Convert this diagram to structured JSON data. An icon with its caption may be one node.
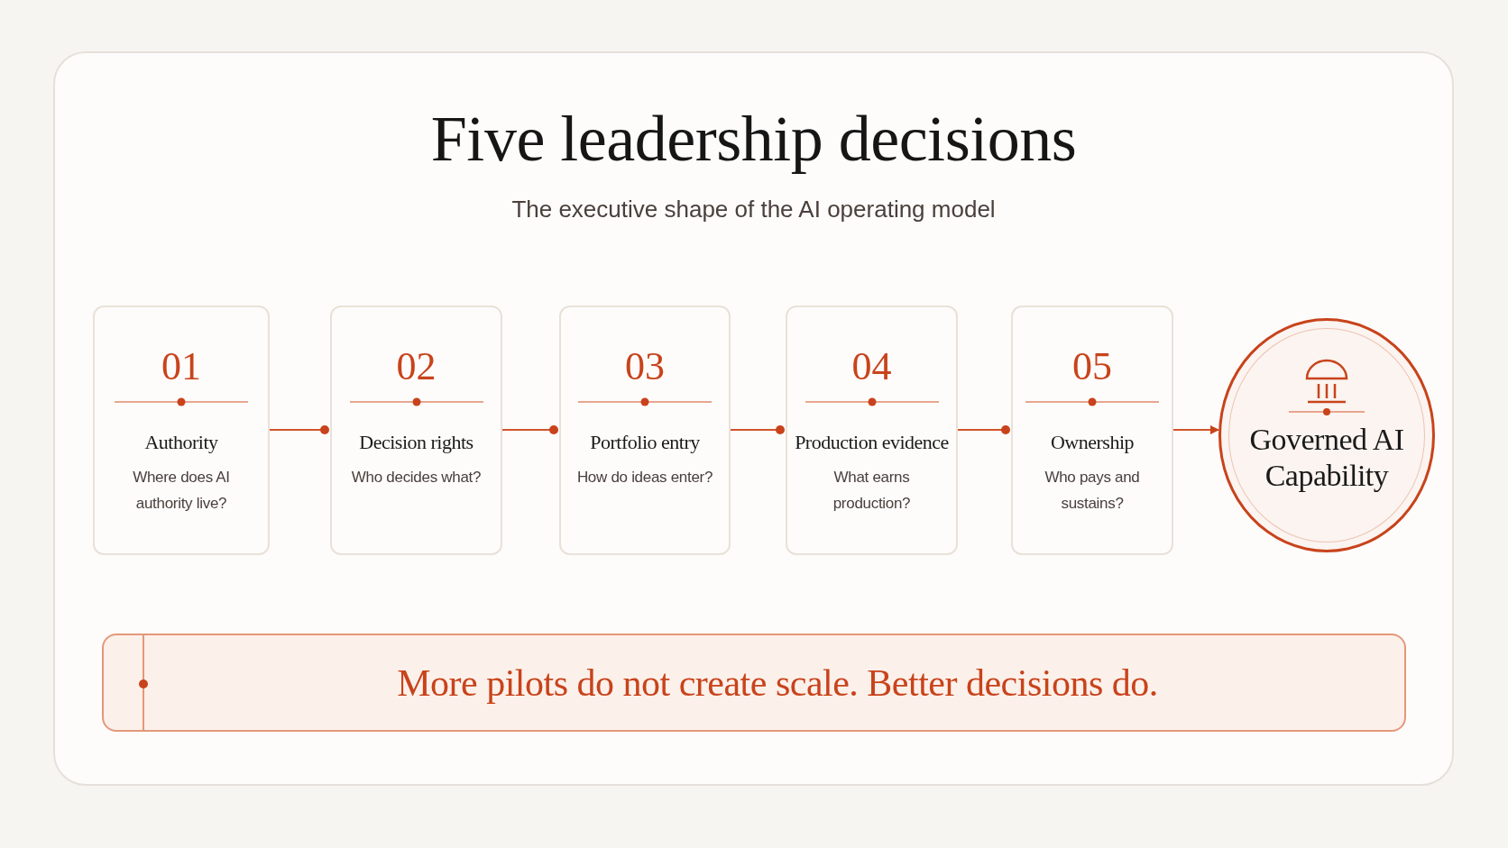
{
  "diagram": {
    "title": "Five leadership decisions",
    "caption": "The executive shape of the AI operating model",
    "nodes": [
      {
        "text": [
          "01",
          "Authority",
          "Where does AI authority live?"
        ]
      },
      {
        "text": [
          "02",
          "Decision rights",
          "Who decides what?"
        ]
      },
      {
        "text": [
          "03",
          "Portfolio entry",
          "How do ideas enter?"
        ]
      },
      {
        "text": [
          "04",
          "Production evidence",
          "What earns production?"
        ]
      },
      {
        "text": [
          "05",
          "Ownership",
          "Who pays and sustains?"
        ]
      },
      {
        "text": [
          "Governed AI Capability"
        ]
      },
      {
        "text": [
          "More pilots do not create scale. Better decisions do."
        ]
      }
    ],
    "edges": [
      {
        "from": 0,
        "to": 1,
        "arrow": "other"
      },
      {
        "from": 1,
        "to": 2,
        "arrow": "other"
      },
      {
        "from": 2,
        "to": 3,
        "arrow": "other"
      },
      {
        "from": 3,
        "to": 4,
        "arrow": "other"
      },
      {
        "from": 4,
        "to": 5,
        "arrow": "to"
      }
    ]
  }
}
